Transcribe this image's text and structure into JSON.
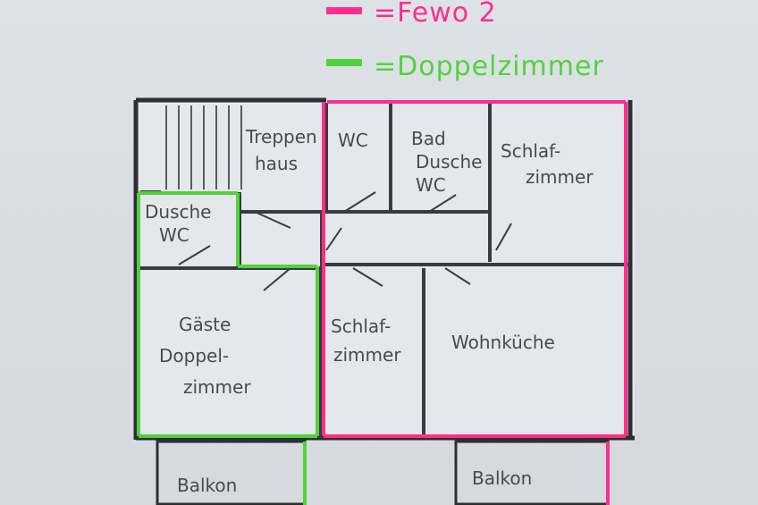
{
  "legend": [
    {
      "label": "=Fewo 2",
      "color": "#ff2e8c"
    },
    {
      "label": "=Doppelzimmer",
      "color": "#4fd33a"
    }
  ],
  "rooms": {
    "treppenhaus": [
      "Treppen",
      "haus"
    ],
    "wc": [
      "WC"
    ],
    "bad": [
      "Bad",
      "Dusche",
      "WC"
    ],
    "schlafzimmer_top": [
      "Schlaf-",
      "zimmer"
    ],
    "dusche_wc": [
      "Dusche",
      "WC"
    ],
    "gaeste_doppelzimmer": [
      "Gäste",
      "Doppel-",
      "zimmer"
    ],
    "schlafzimmer_mid": [
      "Schlaf-",
      "zimmer"
    ],
    "wohnkueche": [
      "Wohnküche"
    ],
    "balkon_left": [
      "Balkon"
    ],
    "balkon_right": [
      "Balkon"
    ]
  },
  "colors": {
    "wall": "#2e2e33",
    "fewo": "#ff2e8c",
    "doppel": "#4fd33a",
    "paper": "#e6e9ed"
  }
}
